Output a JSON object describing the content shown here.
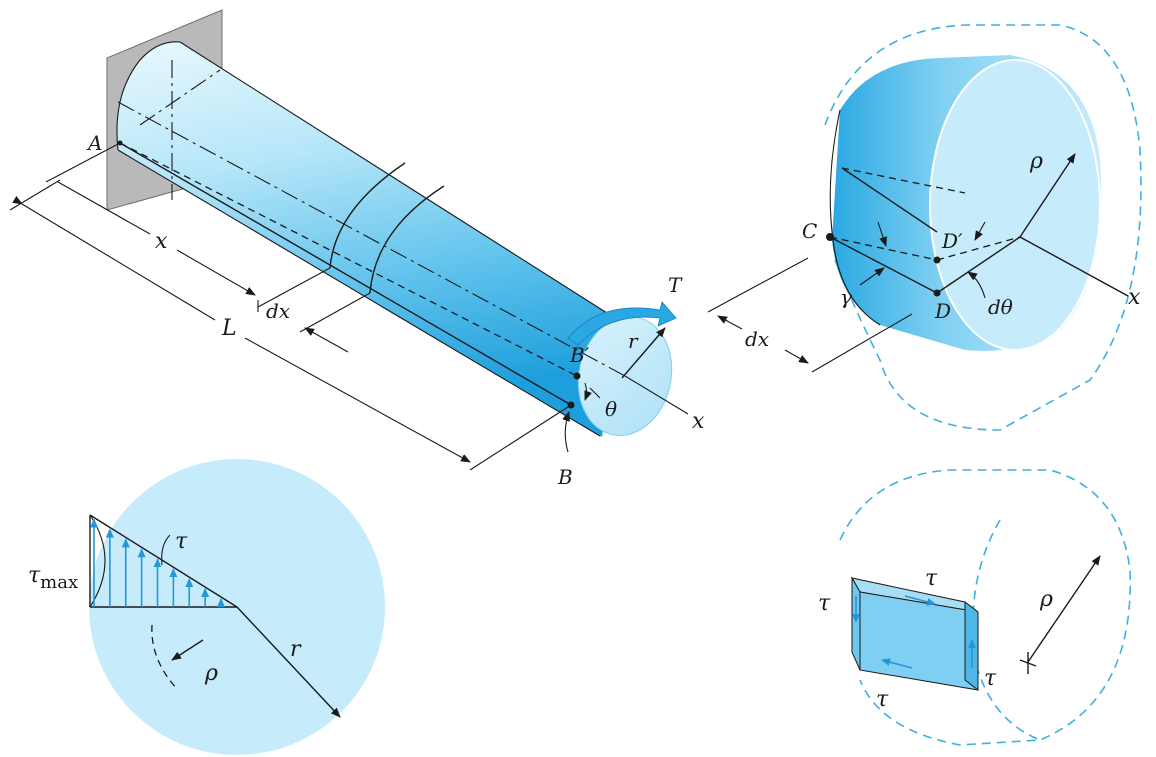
{
  "shaft": {
    "label_A": "A",
    "label_x": "x",
    "label_L": "L",
    "label_dx": "dx",
    "label_T": "T",
    "label_r": "r",
    "label_B_prime": "B′",
    "label_B": "B",
    "label_theta": "θ",
    "label_axis_x": "x"
  },
  "element": {
    "label_C": "C",
    "label_D_prime": "D′",
    "label_D": "D",
    "label_rho": "ρ",
    "label_gamma": "γ",
    "label_dtheta": "dθ",
    "label_dx": "dx",
    "label_axis_x": "x"
  },
  "cross_section": {
    "label_tau_max": "τ",
    "label_tau_max_sub": "max",
    "label_tau": "τ",
    "label_rho": "ρ",
    "label_r": "r"
  },
  "stress_block": {
    "label_tau_top": "τ",
    "label_tau_left": "τ",
    "label_tau_right": "τ",
    "label_tau_bottom": "τ",
    "label_rho": "ρ"
  },
  "colors": {
    "shaft_light": "#dff4fd",
    "shaft_mid": "#8fd6f4",
    "shaft_dark": "#2aa8e2",
    "dashed_outline": "#3fb0e0",
    "arrow_blue": "#2596d8"
  }
}
